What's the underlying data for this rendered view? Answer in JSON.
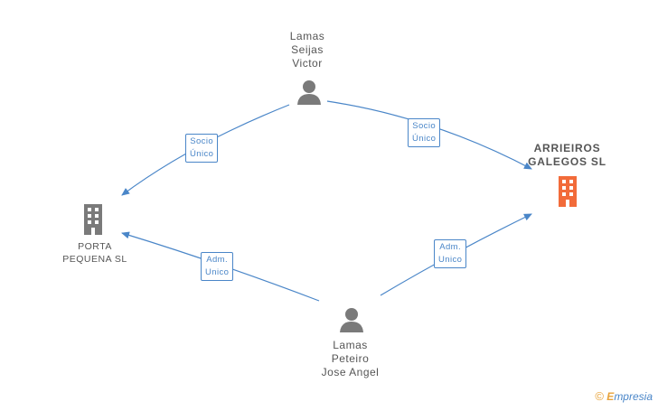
{
  "nodes": {
    "top_person": {
      "lines": [
        "Lamas",
        "Seijas",
        "Victor"
      ]
    },
    "bottom_person": {
      "lines": [
        "Lamas",
        "Peteiro",
        "Jose Angel"
      ]
    },
    "left_company": {
      "lines": [
        "PORTA",
        "PEQUENA SL"
      ]
    },
    "right_company": {
      "lines": [
        "ARRIEIROS",
        "GALEGOS SL"
      ]
    }
  },
  "edges": {
    "top_to_left": {
      "lines": [
        "Socio",
        "Único"
      ]
    },
    "top_to_right": {
      "lines": [
        "Socio",
        "Único"
      ]
    },
    "bottom_to_left": {
      "lines": [
        "Adm.",
        "Unico"
      ]
    },
    "bottom_to_right": {
      "lines": [
        "Adm.",
        "Unico"
      ]
    }
  },
  "watermark": {
    "symbol": "©",
    "brand_first": "E",
    "brand_rest": "mpresia"
  },
  "colors": {
    "edge": "#4a86c8",
    "person_icon": "#7a7a7a",
    "company_icon_gray": "#7a7a7a",
    "company_icon_highlight": "#f26b3a",
    "text": "#555555",
    "badge_border": "#4a86c8"
  }
}
